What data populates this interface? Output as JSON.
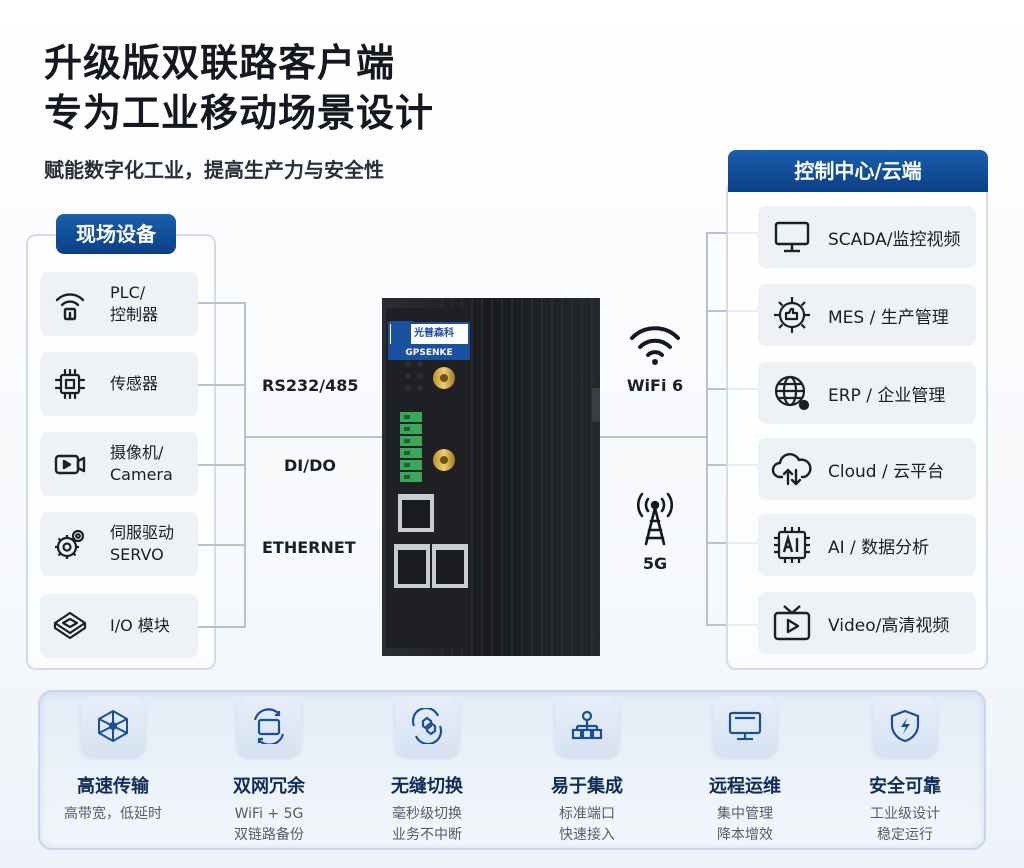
{
  "header": {
    "title_line1": "升级版双联路客户端",
    "title_line2": "专为工业移动场景设计",
    "subtitle": "赋能数字化工业，提高生产力与安全性"
  },
  "left_panel": {
    "tag": "现场设备",
    "items": [
      {
        "icon": "plc-icon",
        "line1": "PLC/",
        "line2": "控制器"
      },
      {
        "icon": "sensor-icon",
        "line1": "传感器",
        "line2": ""
      },
      {
        "icon": "camera-icon",
        "line1": "摄像机/",
        "line2": "Camera"
      },
      {
        "icon": "servo-icon",
        "line1": "伺服驱动",
        "line2": "SERVO"
      },
      {
        "icon": "io-module-icon",
        "line1": "I/O 模块",
        "line2": ""
      }
    ]
  },
  "protocols": {
    "rs": "RS232/485",
    "dido": "DI/DO",
    "eth": "ETHERNET"
  },
  "device": {
    "brand_cn": "光普森科",
    "brand_en": "GPSENKE"
  },
  "wireless": {
    "wifi": "WiFi 6",
    "cell": "5G"
  },
  "right_panel": {
    "tag": "控制中心/云端",
    "items": [
      {
        "icon": "monitor-icon",
        "label": "SCADA/监控视频"
      },
      {
        "icon": "gear-settings-icon",
        "label": "MES / 生产管理"
      },
      {
        "icon": "globe-icon",
        "label": "ERP / 企业管理"
      },
      {
        "icon": "cloud-icon",
        "label": "Cloud / 云平台"
      },
      {
        "icon": "ai-chip-icon",
        "label": "AI / 数据分析"
      },
      {
        "icon": "tv-play-icon",
        "label": "Video/高清视频"
      }
    ]
  },
  "features": [
    {
      "icon": "network-mesh-icon",
      "title": "高速传输",
      "d1": "高带宽，低延时",
      "d2": ""
    },
    {
      "icon": "redundancy-icon",
      "title": "双网冗余",
      "d1": "WiFi + 5G",
      "d2": "双链路备份"
    },
    {
      "icon": "seamless-switch-icon",
      "title": "无缝切换",
      "d1": "毫秒级切换",
      "d2": "业务不中断"
    },
    {
      "icon": "integration-icon",
      "title": "易于集成",
      "d1": "标准端口",
      "d2": "快速接入"
    },
    {
      "icon": "remote-ops-icon",
      "title": "远程运维",
      "d1": "集中管理",
      "d2": "降本增效"
    },
    {
      "icon": "security-shield-icon",
      "title": "安全可靠",
      "d1": "工业级设计",
      "d2": "稳定运行"
    }
  ],
  "colors": {
    "accent": "#0c3f85",
    "panel_border": "#d4dbe6",
    "line": "#b9c1cc"
  }
}
